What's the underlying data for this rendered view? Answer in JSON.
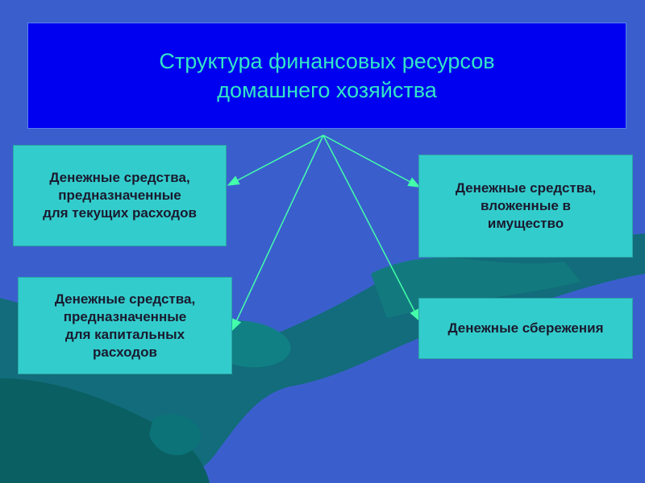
{
  "title": {
    "line1": "Структура финансовых ресурсов",
    "line2": "домашнего хозяйства"
  },
  "boxes": {
    "current_expenses": "Денежные средства,\nпредназначенные\nдля текущих расходов",
    "property": "Денежные средства,\nвложенные в\nимущество",
    "capital_expenses": "Денежные средства,\nпредназначенные\nдля капитальных\nрасходов",
    "savings": "Денежные сбережения"
  },
  "colors": {
    "background": "#3a5fcd",
    "title_fill": "#0000f0",
    "title_text": "#33e6c8",
    "box_fill": "#33cccc",
    "arrow": "#44ffaa"
  }
}
